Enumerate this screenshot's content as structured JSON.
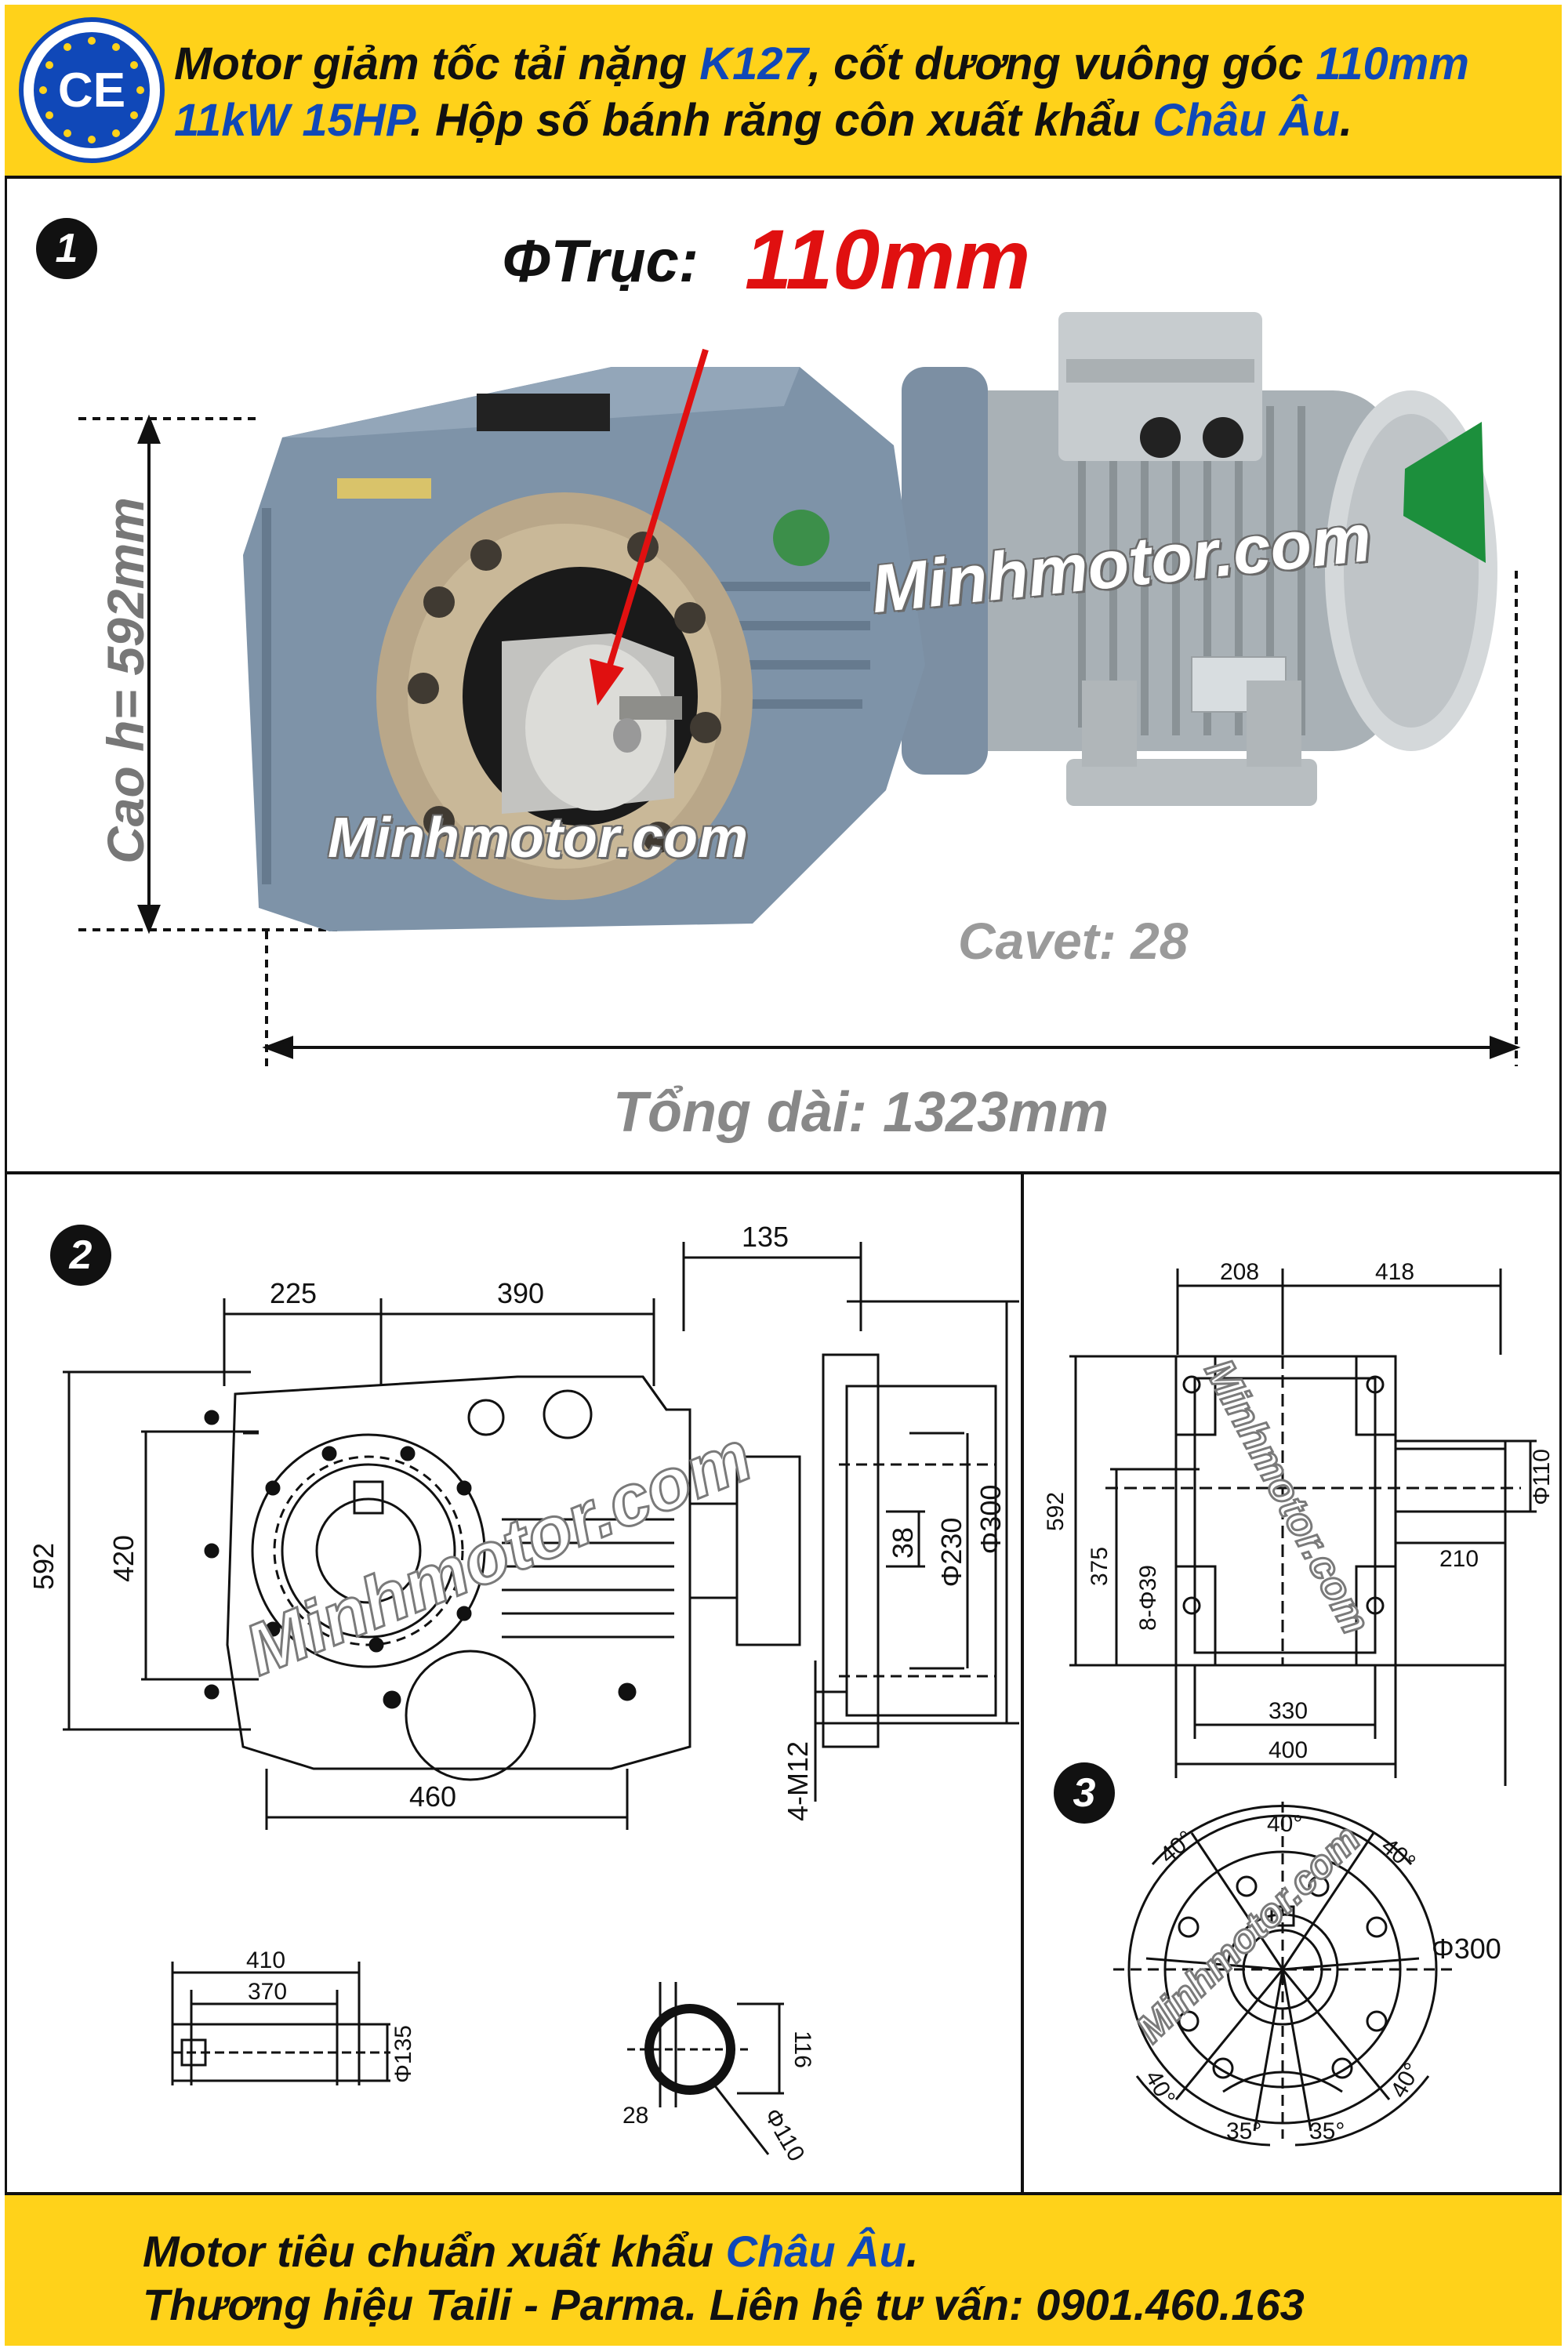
{
  "header": {
    "line1_a": "Motor giảm tốc tải nặng ",
    "line1_b": "K127",
    "line1_c": ", cốt dương vuông góc ",
    "line1_d": "110mm",
    "line2_a": "11kW 15HP",
    "line2_b": ". Hộp số bánh răng côn xuất khẩu ",
    "line2_c": "Châu Âu",
    "line2_d": ".",
    "logo_text": "CE"
  },
  "section1": {
    "badge": "1",
    "truc_label": "ΦTrục:",
    "truc_value": "110mm",
    "height_label": "Cao h= 592mm",
    "cavet": "Cavet: 28",
    "total_length": "Tổng dài: 1323mm",
    "watermark_1": "Minhmotor.com",
    "watermark_2": "Minhmotor.com"
  },
  "section2": {
    "badge": "2",
    "dims": {
      "d135": "135",
      "d225": "225",
      "d390": "390",
      "d592": "592",
      "d420": "420",
      "d38": "38",
      "d230": "Φ230",
      "d300": "Φ300",
      "d460": "460",
      "m12": "4-M12",
      "d410": "410",
      "d370": "370",
      "dphi135": "Φ135",
      "d116": "116",
      "d28": "28",
      "dphi110": "Φ110"
    },
    "watermark": "Minhmotor.com"
  },
  "side_view": {
    "d208": "208",
    "d418": "418",
    "d592": "592",
    "d375": "375",
    "holes": "8-Φ39",
    "dphi110": "Φ110",
    "d210": "210",
    "d330": "330",
    "d400": "400",
    "watermark": "Minhmotor.com"
  },
  "section3": {
    "badge": "3",
    "a40_1": "40°",
    "a40_2": "40°",
    "a40_3": "40°",
    "a40_4": "40°",
    "a40_5": "40°",
    "a35_1": "35°",
    "a35_2": "35°",
    "dphi300": "Φ300",
    "watermark": "Minhmotor.com"
  },
  "footer": {
    "line1_a": "Motor tiêu chuẩn xuất khẩu ",
    "line1_b": "Châu Âu",
    "line1_c": ".",
    "line2": "Thương hiệu Taili - Parma. Liên hệ tư vấn: 0901.460.163"
  },
  "colors": {
    "banner": "#ffd21a",
    "accent_blue": "#1048b8",
    "accent_red": "#e01010",
    "motor_body": "#7e93a8"
  }
}
